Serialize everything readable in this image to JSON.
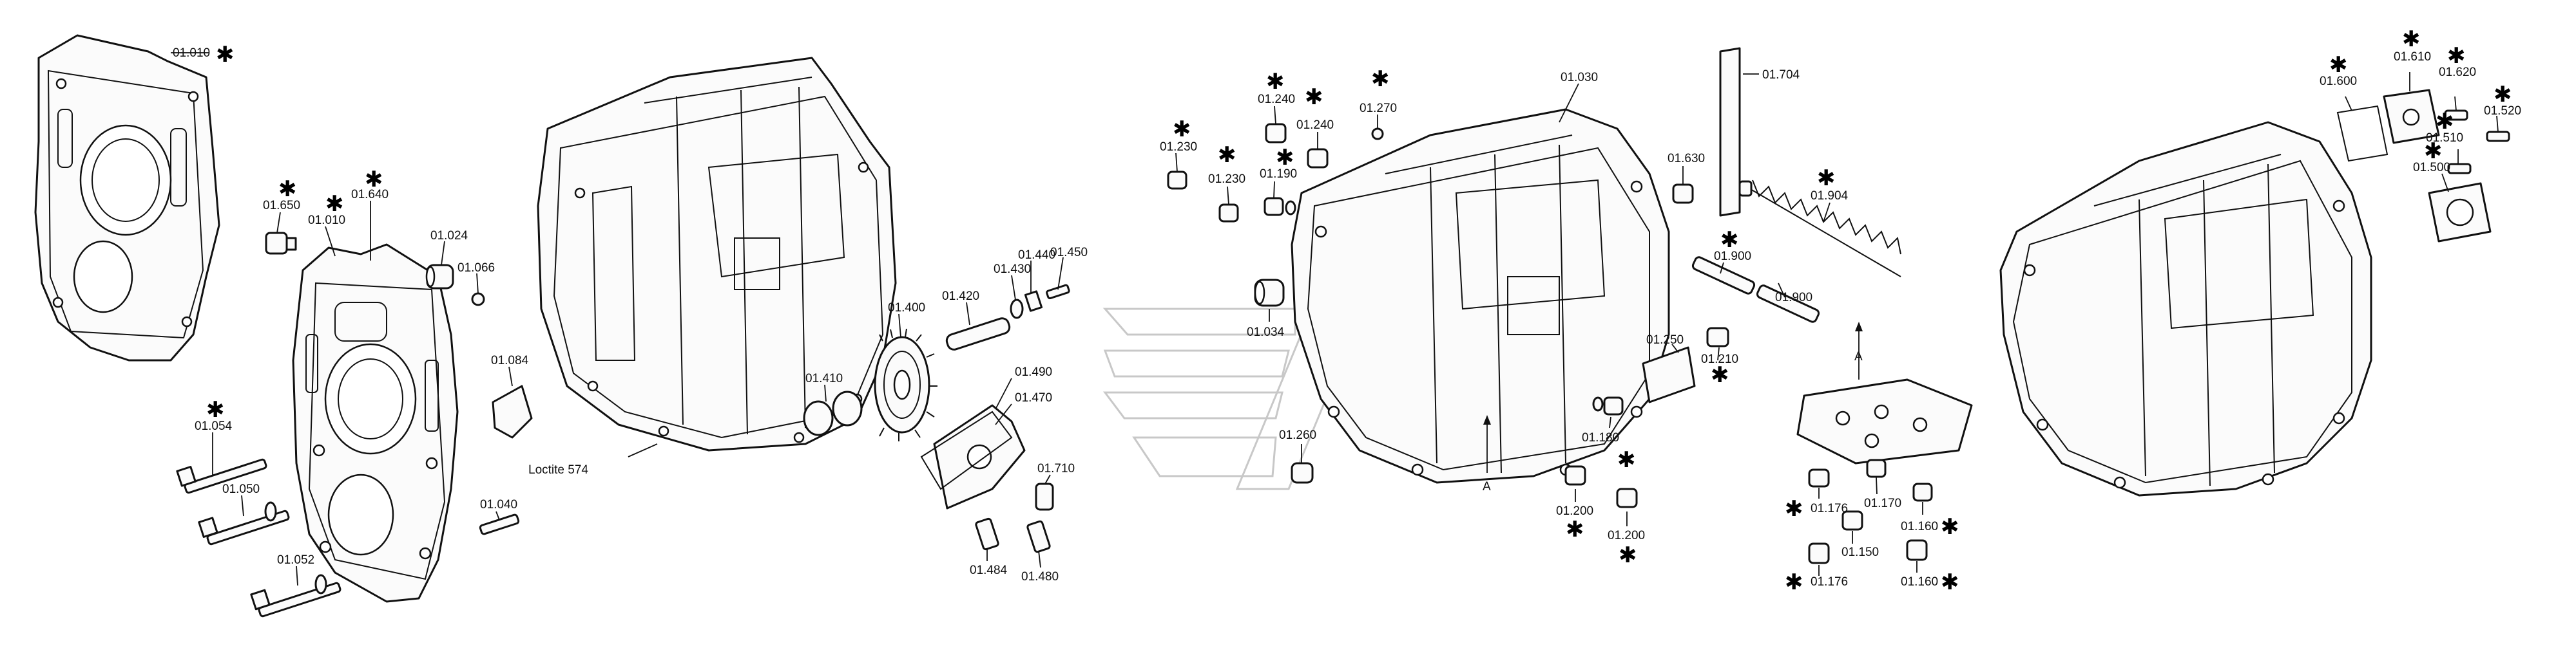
{
  "labels": [
    {
      "id": "l01010a",
      "text": "01.010",
      "star": true
    },
    {
      "id": "l01650",
      "text": "01.650",
      "star": true
    },
    {
      "id": "l01010b",
      "text": "01.010",
      "star": true
    },
    {
      "id": "l01640",
      "text": "01.640",
      "star": true
    },
    {
      "id": "l01024",
      "text": "01.024",
      "star": false
    },
    {
      "id": "l01066",
      "text": "01.066",
      "star": false
    },
    {
      "id": "l01084",
      "text": "01.084",
      "star": false
    },
    {
      "id": "l01054",
      "text": "01.054",
      "star": true
    },
    {
      "id": "l01050",
      "text": "01.050",
      "star": false
    },
    {
      "id": "l01040",
      "text": "01.040",
      "star": false
    },
    {
      "id": "l01052",
      "text": "01.052",
      "star": false
    },
    {
      "id": "lLoctite",
      "text": "Loctite 574",
      "star": false
    },
    {
      "id": "l01450",
      "text": "01.450",
      "star": false
    },
    {
      "id": "l01440",
      "text": "01.440",
      "star": false
    },
    {
      "id": "l01430",
      "text": "01.430",
      "star": false
    },
    {
      "id": "l01420",
      "text": "01.420",
      "star": false
    },
    {
      "id": "l01400",
      "text": "01.400",
      "star": false
    },
    {
      "id": "l01410",
      "text": "01.410",
      "star": false
    },
    {
      "id": "l01490",
      "text": "01.490",
      "star": false
    },
    {
      "id": "l01470",
      "text": "01.470",
      "star": false
    },
    {
      "id": "l01710",
      "text": "01.710",
      "star": false
    },
    {
      "id": "l01484",
      "text": "01.484",
      "star": false
    },
    {
      "id": "l01480",
      "text": "01.480",
      "star": false
    },
    {
      "id": "l01230a",
      "text": "01.230",
      "star": true
    },
    {
      "id": "l01240a",
      "text": "01.240",
      "star": true
    },
    {
      "id": "l01240b",
      "text": "01.240",
      "star": true
    },
    {
      "id": "l01270",
      "text": "01.270",
      "star": true
    },
    {
      "id": "l01230b",
      "text": "01.230",
      "star": true
    },
    {
      "id": "l01190",
      "text": "01.190",
      "star": true
    },
    {
      "id": "l01030",
      "text": "01.030",
      "star": false
    },
    {
      "id": "l01704",
      "text": "01.704",
      "star": false
    },
    {
      "id": "l01630",
      "text": "01.630",
      "star": false
    },
    {
      "id": "l01904",
      "text": "01.904",
      "star": true
    },
    {
      "id": "l01900a",
      "text": "01.900",
      "star": true
    },
    {
      "id": "l01900b",
      "text": "01.900",
      "star": false
    },
    {
      "id": "l01210",
      "text": "01.210",
      "star": true
    },
    {
      "id": "l01034",
      "text": "01.034",
      "star": false
    },
    {
      "id": "l01250",
      "text": "01.250",
      "star": false
    },
    {
      "id": "l01180",
      "text": "01.180",
      "star": true
    },
    {
      "id": "l01260",
      "text": "01.260",
      "star": false
    },
    {
      "id": "l01200a",
      "text": "01.200",
      "star": true
    },
    {
      "id": "l01200b",
      "text": "01.200",
      "star": true
    },
    {
      "id": "l01176a",
      "text": "01.176",
      "star": true
    },
    {
      "id": "l01176b",
      "text": "01.176",
      "star": true
    },
    {
      "id": "l01150",
      "text": "01.150",
      "star": false
    },
    {
      "id": "l01170",
      "text": "01.170",
      "star": false
    },
    {
      "id": "l01160a",
      "text": "01.160",
      "star": true
    },
    {
      "id": "l01160b",
      "text": "01.160",
      "star": true
    },
    {
      "id": "l01600",
      "text": "01.600",
      "star": true
    },
    {
      "id": "l01610",
      "text": "01.610",
      "star": true
    },
    {
      "id": "l01620",
      "text": "01.620",
      "star": true
    },
    {
      "id": "l01520",
      "text": "01.520",
      "star": true
    },
    {
      "id": "l01510",
      "text": "01.510",
      "star": true
    },
    {
      "id": "l01500",
      "text": "01.500",
      "star": true
    }
  ],
  "markers": {
    "view_arrow_a": "A",
    "view_arrow_b": "A"
  },
  "star_glyph": "✱",
  "colors": {
    "line": "#111111",
    "background": "#ffffff",
    "watermark": "#c8c8c8"
  }
}
